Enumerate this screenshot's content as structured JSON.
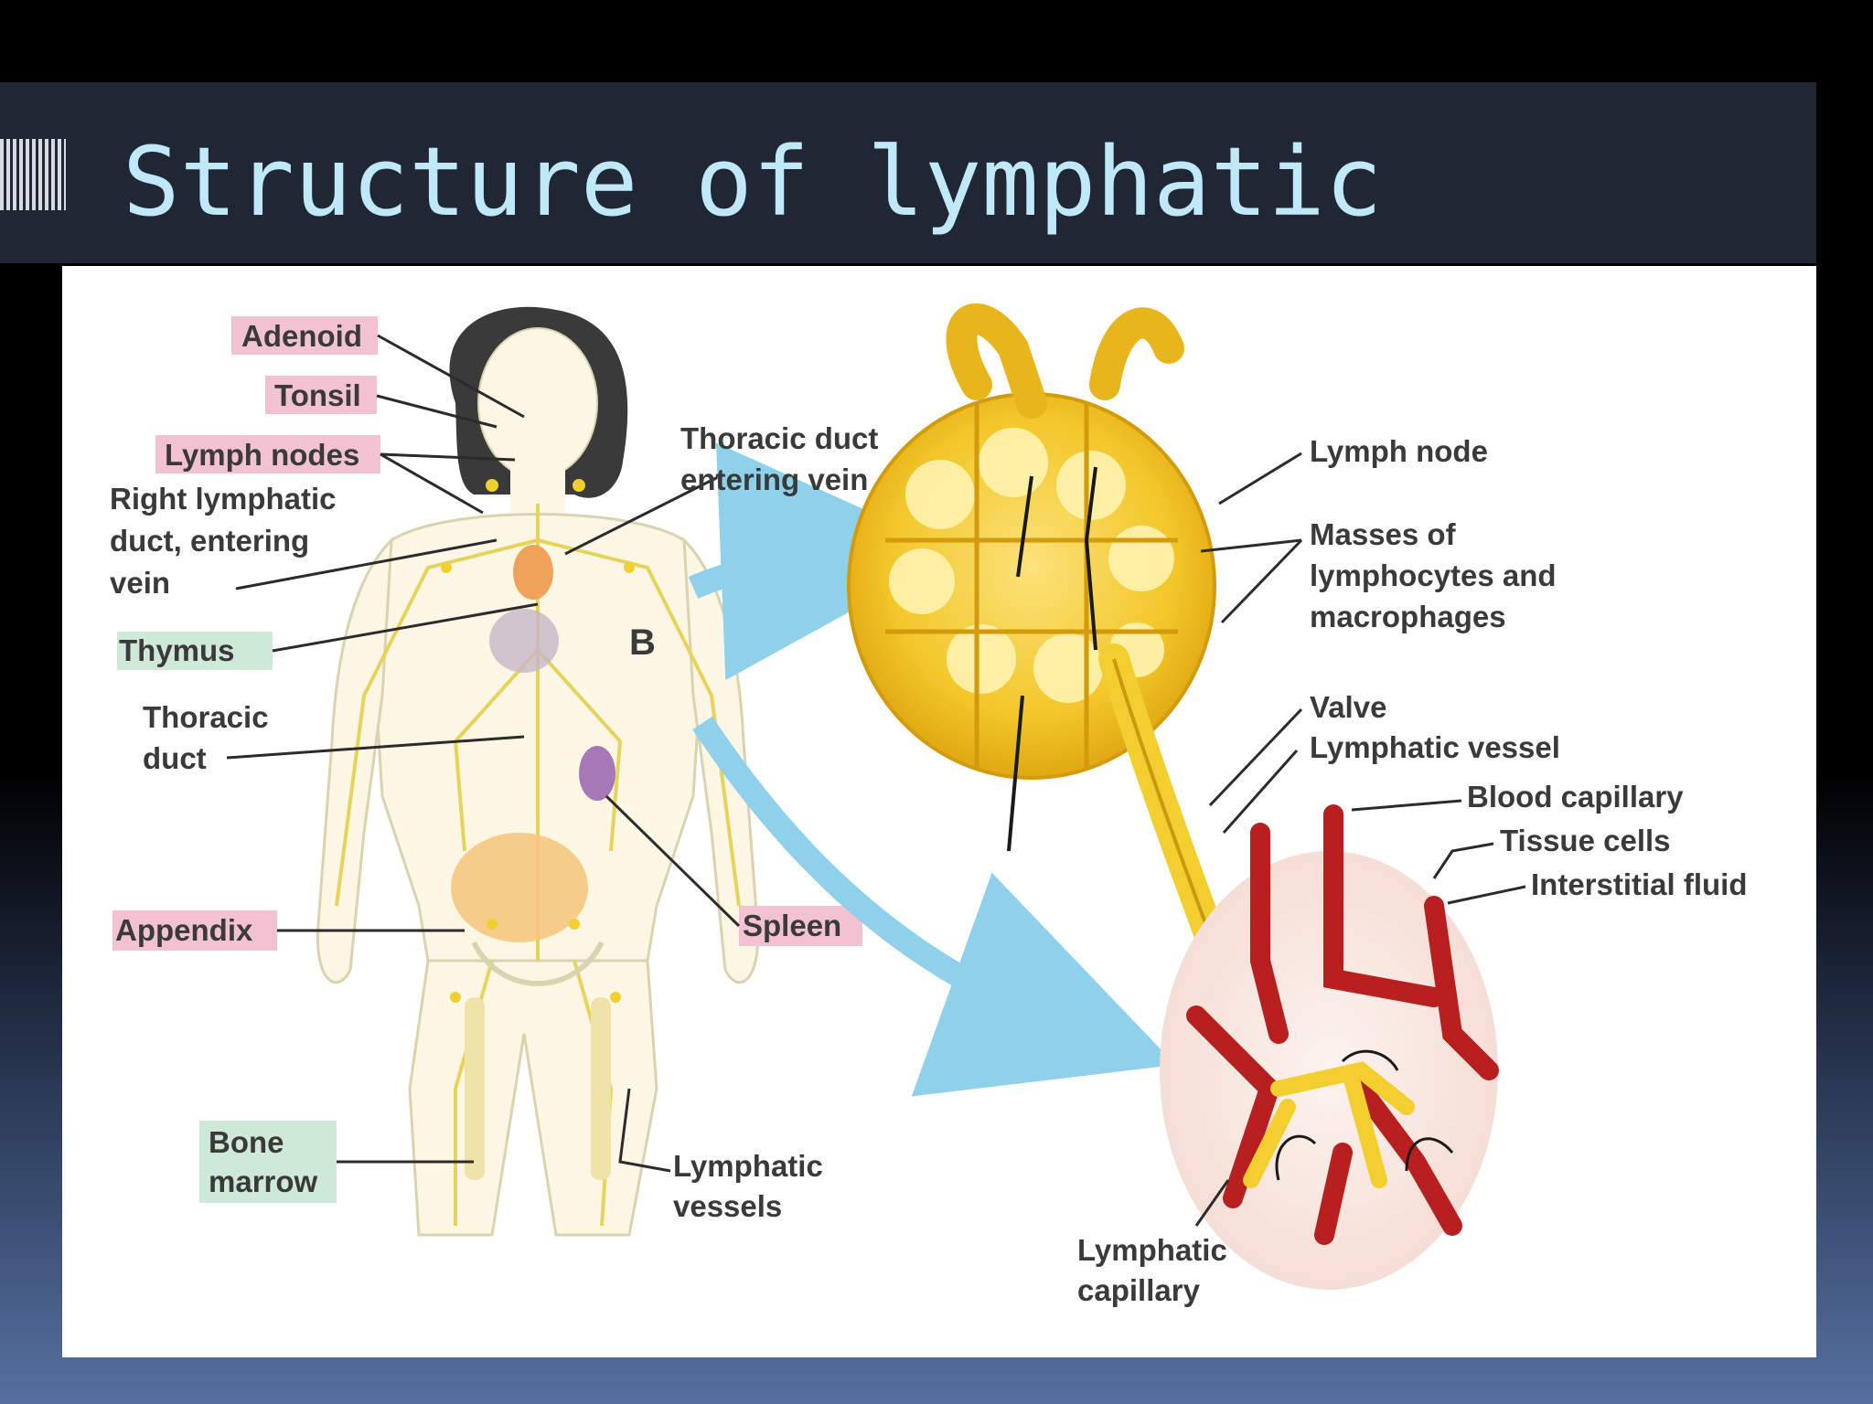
{
  "slide": {
    "title": "Structure of lymphatic"
  },
  "colors": {
    "title_text": "#bfe9f8",
    "title_bar": "#202633",
    "label_pink": "#f3c2d2",
    "label_green": "#cfe9d8",
    "lymph_yellow": "#f2cf2e",
    "capillary_red": "#b81f1f",
    "arrow_blue": "#8fd0ea"
  },
  "diagram": {
    "labels": {
      "adenoid": "Adenoid",
      "tonsil": "Tonsil",
      "lymph_nodes": "Lymph nodes",
      "right_duct_1": "Right lymphatic",
      "right_duct_2": "duct, entering",
      "right_duct_3": "vein",
      "thymus": "Thymus",
      "thoracic_duct_1": "Thoracic",
      "thoracic_duct_2": "duct",
      "appendix": "Appendix",
      "bone_marrow_1": "Bone",
      "bone_marrow_2": "marrow",
      "thoracic_entering_1": "Thoracic duct",
      "thoracic_entering_2": "entering vein",
      "spleen": "Spleen",
      "lymphatic_vessels_1": "Lymphatic",
      "lymphatic_vessels_2": "vessels",
      "lymph_node": "Lymph node",
      "masses_1": "Masses of",
      "masses_2": "lymphocytes and",
      "masses_3": "macrophages",
      "valve": "Valve",
      "lymphatic_vessel": "Lymphatic vessel",
      "blood_capillary": "Blood capillary",
      "tissue_cells": "Tissue cells",
      "interstitial_fluid": "Interstitial fluid",
      "lymphatic_capillary_1": "Lymphatic",
      "lymphatic_capillary_2": "capillary"
    }
  }
}
